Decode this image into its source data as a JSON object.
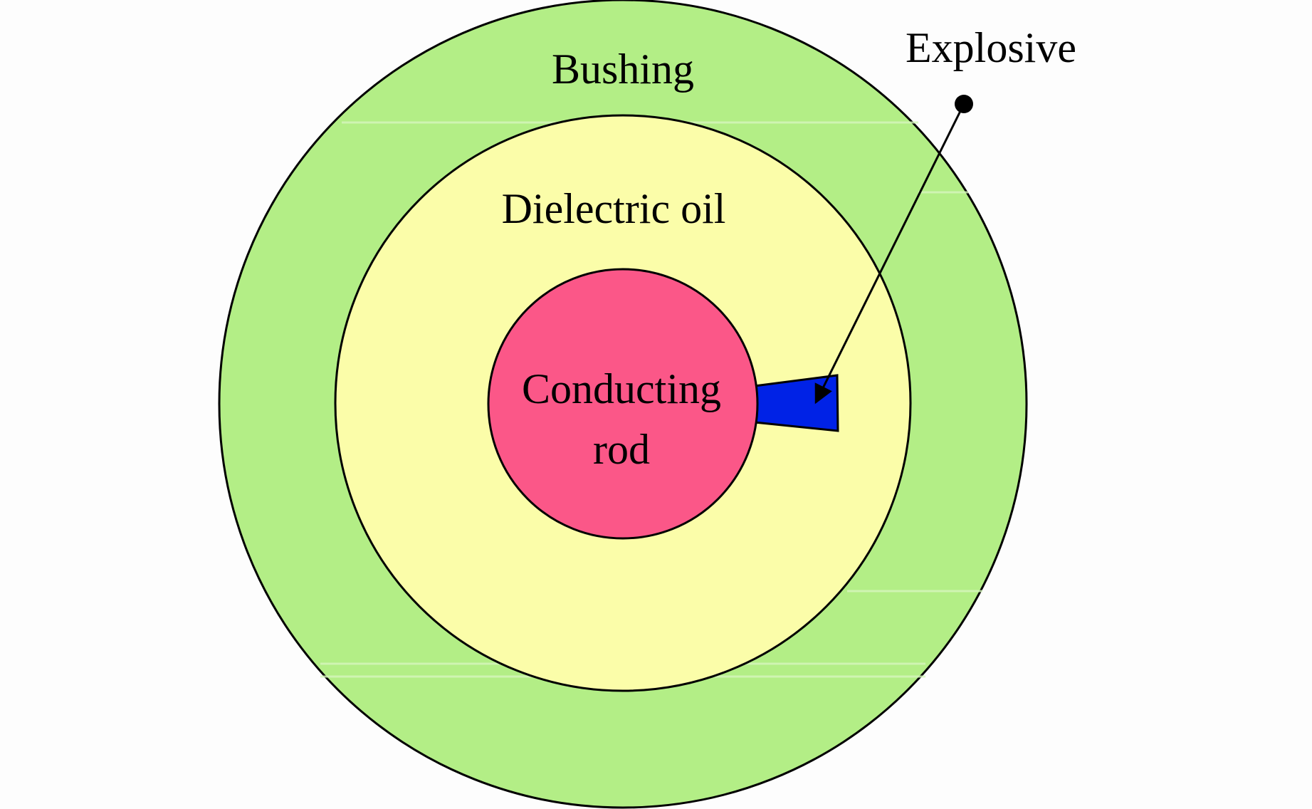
{
  "diagram": {
    "labels": {
      "bushing": "Bushing",
      "dielectric_oil": "Dielectric oil",
      "conducting_rod_line1": "Conducting",
      "conducting_rod_line2": "rod",
      "explosive": "Explosive"
    },
    "colors": {
      "background": "#fdfdfd",
      "bushing_fill": "#b3ee86",
      "oil_fill": "#fbfda9",
      "rod_fill": "#fb5788",
      "explosive_fill": "#0022e6",
      "outline": "#000000"
    }
  }
}
